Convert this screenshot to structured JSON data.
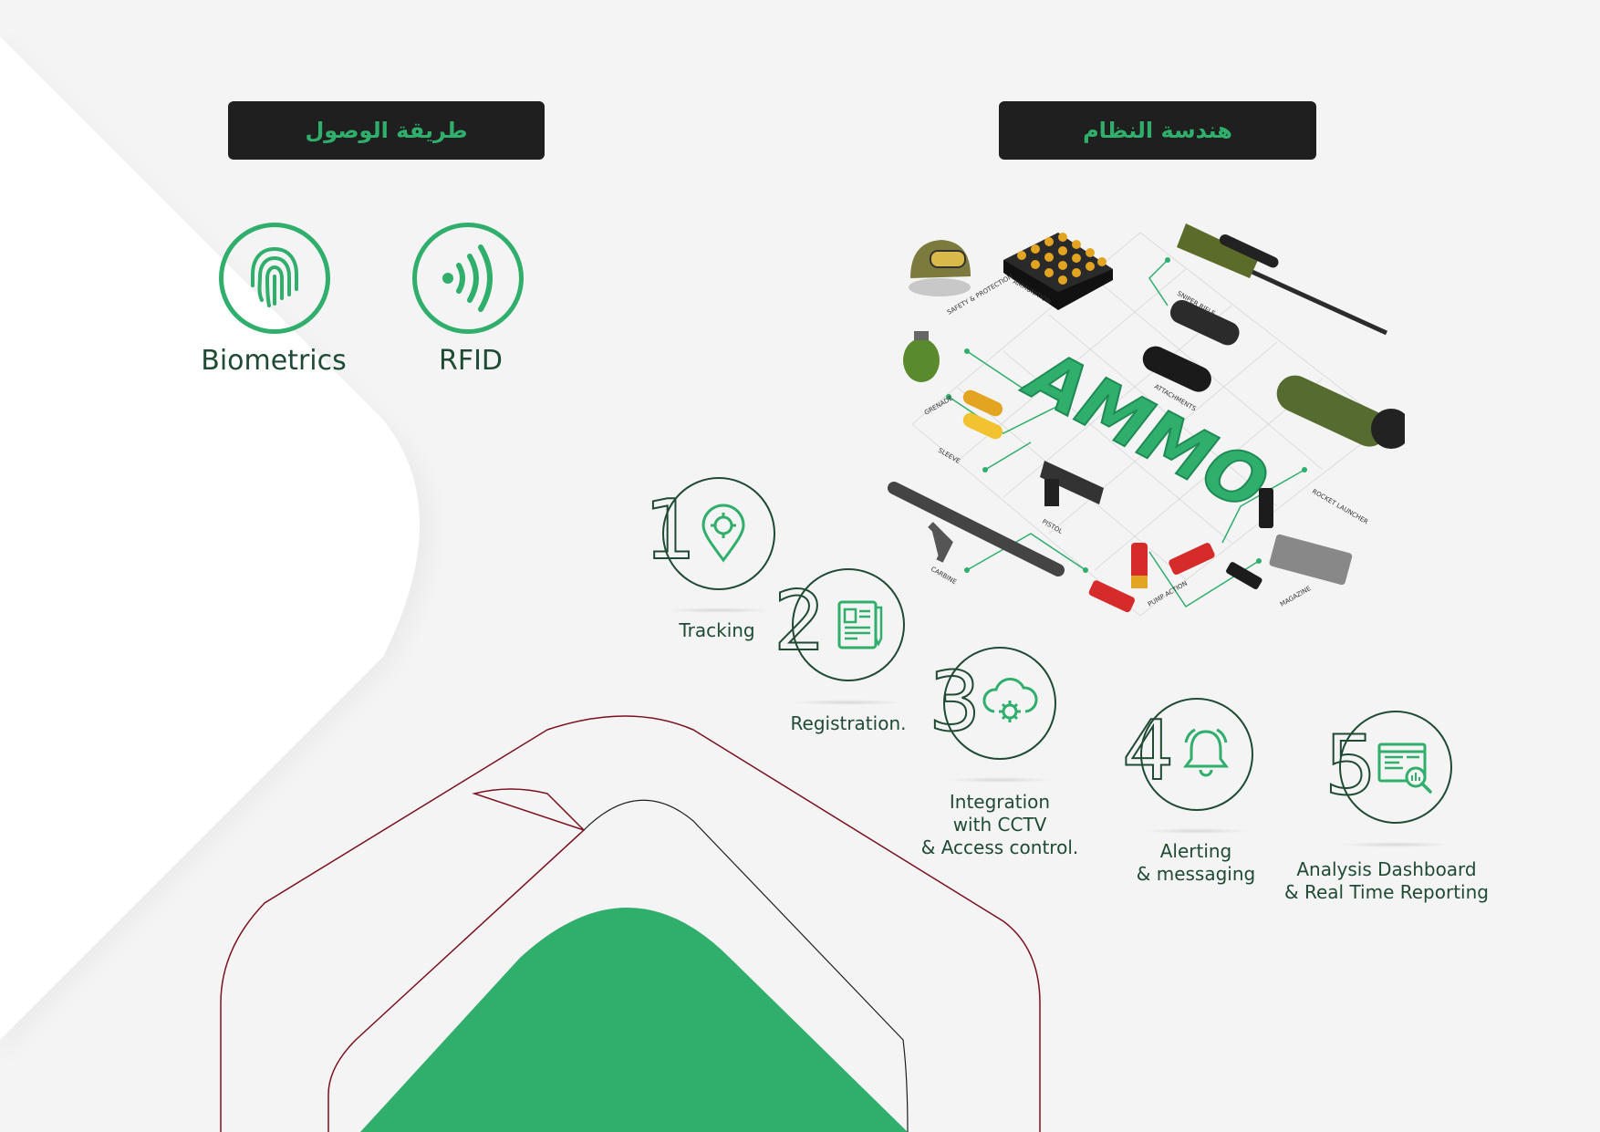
{
  "headers": {
    "access_method": "طريقة الوصول",
    "system_architecture": "هندسة النظام"
  },
  "access_methods": [
    {
      "label": "Biometrics",
      "icon": "fingerprint-icon"
    },
    {
      "label": "RFID",
      "icon": "rfid-icon"
    }
  ],
  "diagram": {
    "center_text": "AMMO",
    "labels": [
      "AMMUNITION",
      "SNIPER RIFLE",
      "SAFETY & PROTECTION",
      "ATTACHMENTS",
      "GRENADE",
      "SLEEVE",
      "ROCKET LAUNCHER",
      "PISTOL",
      "CARBINE",
      "PUMP ACTION",
      "MAGAZINE"
    ]
  },
  "steps": [
    {
      "number": "1",
      "label": "Tracking",
      "icon": "location-pin-icon"
    },
    {
      "number": "2",
      "label": "Registration.",
      "icon": "registration-form-icon"
    },
    {
      "number": "3",
      "label_lines": [
        "Integration",
        "with CCTV",
        "& Access control."
      ],
      "icon": "cloud-gear-icon"
    },
    {
      "number": "4",
      "label_lines": [
        "Alerting",
        "& messaging"
      ],
      "icon": "bell-icon"
    },
    {
      "number": "5",
      "label_lines": [
        "Analysis Dashboard",
        "& Real Time Reporting"
      ],
      "icon": "dashboard-search-icon"
    }
  ],
  "colors": {
    "brand_green": "#2fae6c",
    "dark_green": "#1f4a33",
    "header_bg": "#1f1f1f",
    "accent_red": "#7a1020"
  }
}
